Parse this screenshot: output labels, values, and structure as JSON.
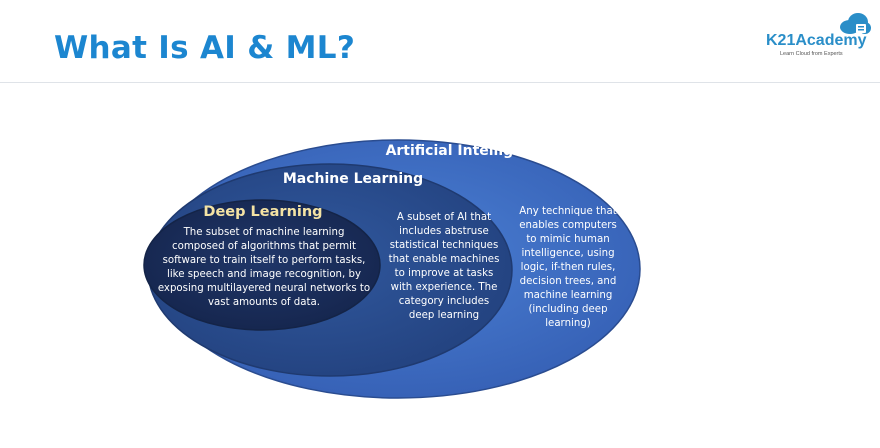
{
  "slide": {
    "title": "What Is AI & ML?"
  },
  "logo": {
    "name": "K21Academy",
    "tagline": "Learn Cloud from Experts"
  },
  "diagram": {
    "ai": {
      "title": "Artificial Intelligence",
      "description": "Any technique that\nenables computers\nto mimic human\nintelligence, using\nlogic, if-then rules,\ndecision trees, and\nmachine learning\n(including deep\nlearning)"
    },
    "ml": {
      "title": "Machine Learning",
      "description": "A subset of AI that\nincludes abstruse\nstatistical techniques\nthat enable machines\nto improve at tasks\nwith experience. The\ncategory includes\ndeep learning"
    },
    "dl": {
      "title": "Deep Learning",
      "description": "The subset of machine learning\ncomposed of algorithms that permit\nsoftware to train itself to perform tasks,\nlike speech and image recognition, by\nexposing multilayered neural networks to\nvast amounts of data."
    }
  },
  "colors": {
    "title": "#1c86d0",
    "ai_fill": "#3f73c9",
    "ml_fill": "#2a4f94",
    "dl_fill": "#1a2d5e",
    "dl_title": "#f4e3a4"
  }
}
